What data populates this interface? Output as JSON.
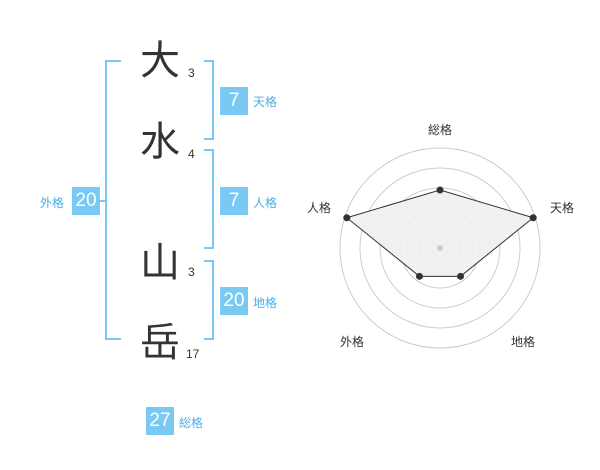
{
  "name": {
    "chars": [
      {
        "char": "大",
        "strokes": "3"
      },
      {
        "char": "水",
        "strokes": "4"
      },
      {
        "char": "山",
        "strokes": "3"
      },
      {
        "char": "岳",
        "strokes": "17"
      }
    ]
  },
  "fortune": {
    "tenkaku": {
      "value": "7",
      "label": "天格"
    },
    "jinkaku": {
      "value": "7",
      "label": "人格"
    },
    "chikaku": {
      "value": "20",
      "label": "地格"
    },
    "gaikaku": {
      "value": "20",
      "label": "外格"
    },
    "soukaku": {
      "value": "27",
      "label": "総格"
    }
  },
  "radar": {
    "axes": [
      "総格",
      "天格",
      "地格",
      "外格",
      "人格"
    ],
    "values": [
      0.58,
      0.98,
      0.35,
      0.35,
      0.98
    ]
  },
  "colors": {
    "accent": "#7ac9f3",
    "accent_text": "#4aaee6",
    "grid": "#cccccc",
    "polygon_fill": "#efefef",
    "polygon_stroke": "#333333"
  }
}
